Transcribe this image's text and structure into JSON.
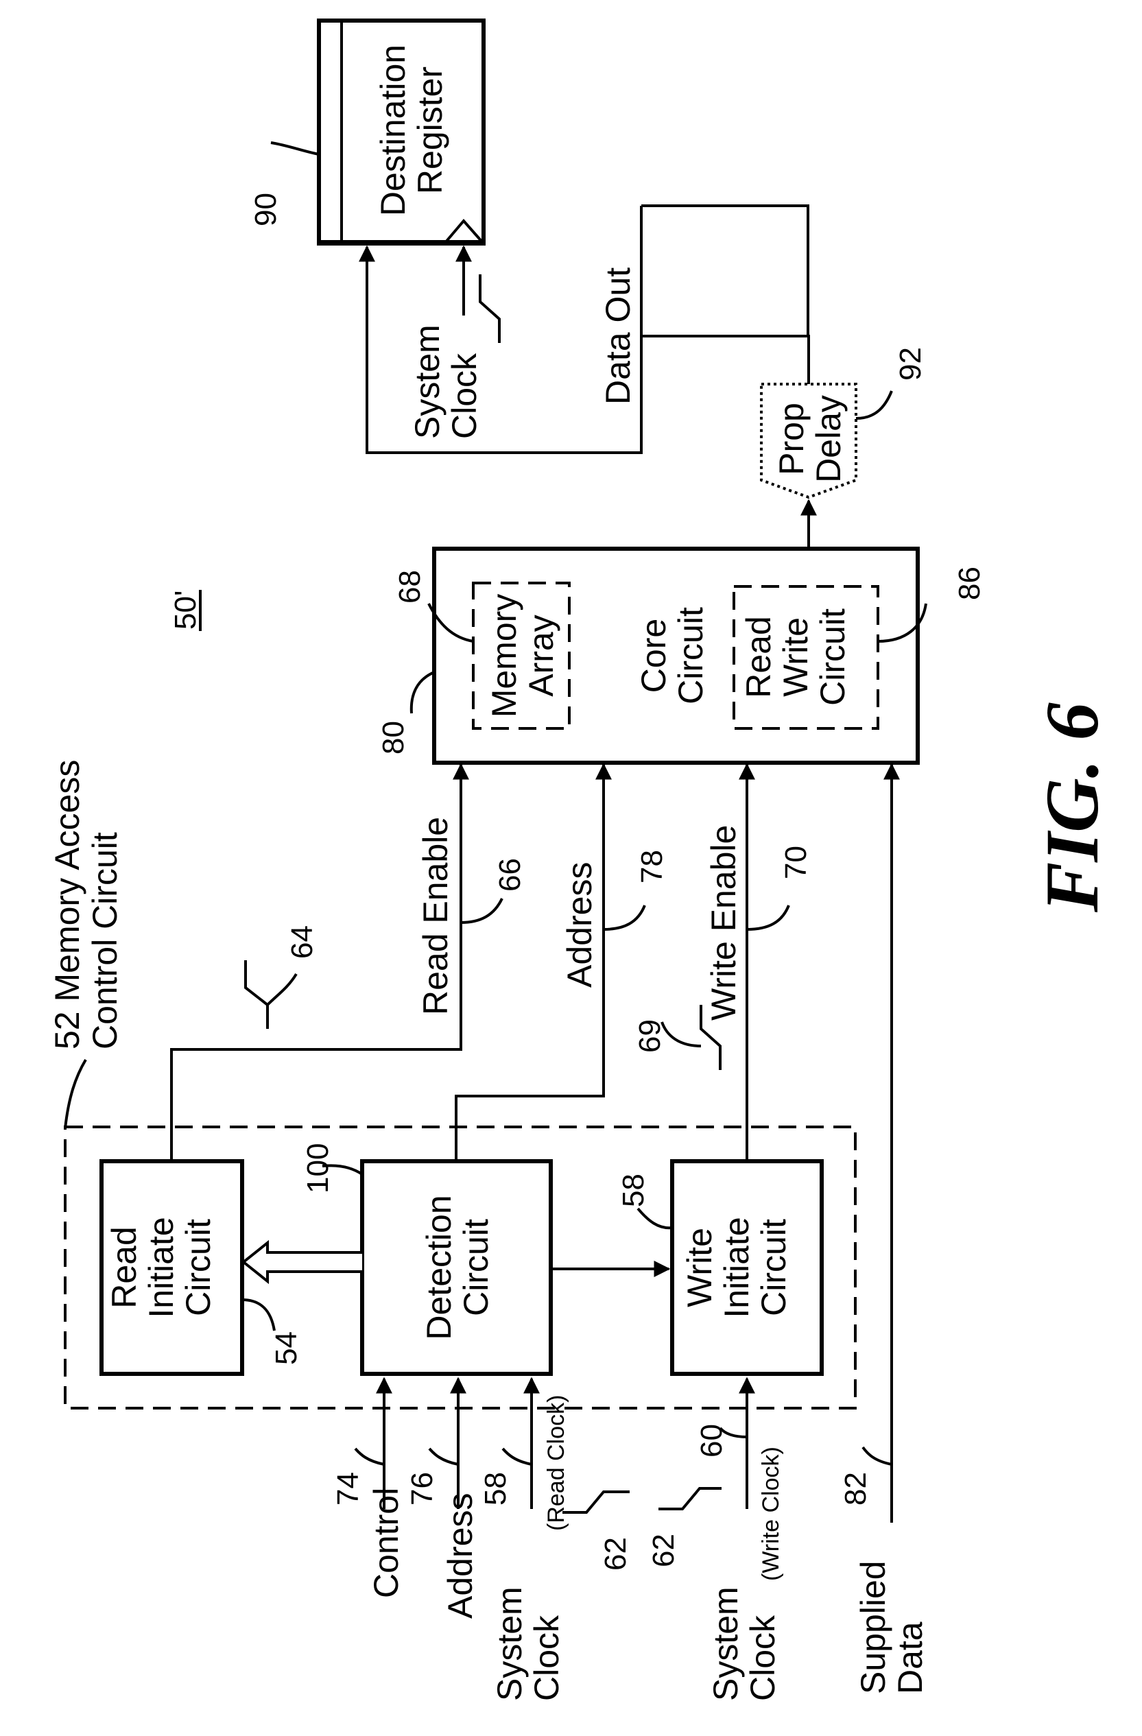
{
  "figure": {
    "caption": "FIG. 6",
    "ref": "50'"
  },
  "blocks": {
    "read_initiate": {
      "label": [
        "Read",
        "Initiate",
        "Circuit"
      ],
      "ref": "54"
    },
    "detection": {
      "label": [
        "Detection",
        "Circuit"
      ],
      "ref": "100"
    },
    "write_initiate": {
      "label": [
        "Write",
        "Initiate",
        "Circuit"
      ],
      "ref": "58"
    },
    "core": {
      "label": [
        "Core",
        "Circuit"
      ],
      "ref": "80"
    },
    "memory_array": {
      "label": [
        "Memory",
        "Array"
      ],
      "ref": "68"
    },
    "read_write": {
      "label": [
        "Read",
        "Write",
        "Circuit"
      ],
      "ref": "86"
    },
    "prop_delay": {
      "label": [
        "Prop",
        "Delay"
      ],
      "ref": "92"
    },
    "dest_register": {
      "label": [
        "Destination",
        "Register"
      ],
      "ref": "90"
    },
    "mac": {
      "label": [
        "52 Memory Access",
        "Control Circuit"
      ]
    }
  },
  "signals": {
    "control": {
      "label": "Control",
      "ref": "74"
    },
    "address_in": {
      "label": "Address",
      "ref": "76"
    },
    "sysclk_read": {
      "label": [
        "System",
        "Clock"
      ],
      "ref": "58",
      "sub": "(Read Clock)",
      "wave_ref": "62"
    },
    "sysclk_write": {
      "label": [
        "System",
        "Clock"
      ],
      "ref": "60",
      "sub": "(Write Clock)",
      "wave_ref": "62"
    },
    "supplied_data": {
      "label": [
        "Supplied",
        "Data"
      ],
      "ref": "82"
    },
    "read_enable": {
      "label": "Read Enable",
      "ref": "66",
      "wave_ref": "64"
    },
    "address_out": {
      "label": "Address",
      "ref": "78"
    },
    "write_enable": {
      "label": "Write Enable",
      "ref": "70",
      "wave_ref": "69"
    },
    "data_out": {
      "label": "Data Out"
    },
    "sysclk_dest": {
      "label": [
        "System",
        "Clock"
      ]
    }
  }
}
